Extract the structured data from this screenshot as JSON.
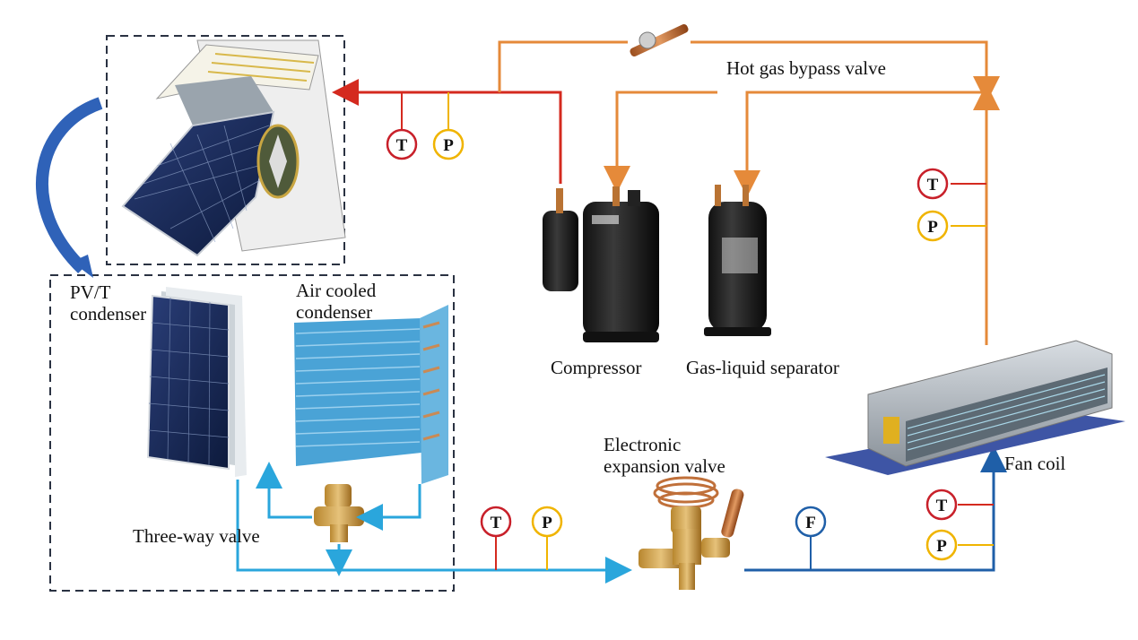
{
  "title": "PV/T heat pump system schematic",
  "labels": {
    "hot_gas_bypass_valve": "Hot gas bypass valve",
    "compressor": "Compressor",
    "gas_liquid_separator": "Gas-liquid separator",
    "pvt_condenser_line1": "PV/T",
    "pvt_condenser_line2": "condenser",
    "air_cooled_line1": "Air cooled",
    "air_cooled_line2": "condenser",
    "three_way_valve": "Three-way valve",
    "eev_line1": "Electronic",
    "eev_line2": "expansion valve",
    "fan_coil": "Fan coil"
  },
  "sensors": {
    "discharge_T": "T",
    "discharge_P": "P",
    "fancoil_out_T": "T",
    "fancoil_out_P": "P",
    "liquid_T": "T",
    "liquid_P": "P",
    "flow_F": "F",
    "fancoil_in_T": "T",
    "fancoil_in_P": "P"
  },
  "colors": {
    "hot_discharge_line": "#d42a1f",
    "bypass_suction_line": "#e58a3a",
    "liquid_line_light": "#2aa6dc",
    "liquid_line_dark": "#1f5fa8",
    "sensor_T": "#c8202a",
    "sensor_P": "#f0b400",
    "sensor_F": "#1f5fa8",
    "dashed_box": "#2a3242",
    "curved_arrow": "#2f62b8"
  }
}
